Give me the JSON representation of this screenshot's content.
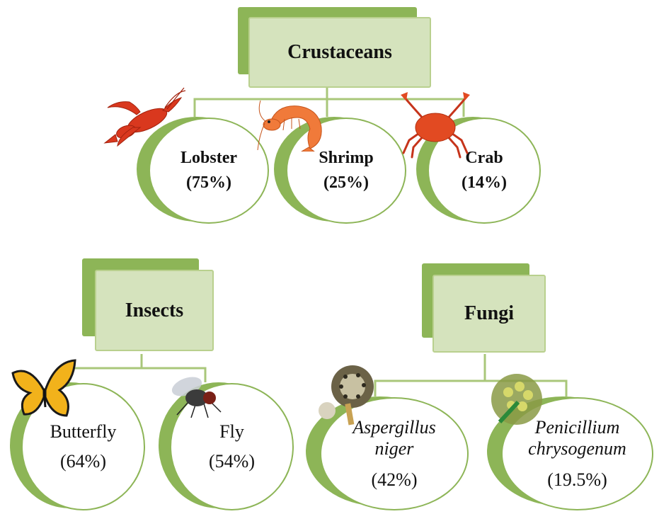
{
  "groups": {
    "crustaceans": {
      "title": "Crustaceans",
      "items": [
        {
          "name": "Lobster",
          "value": "(75%)"
        },
        {
          "name": "Shrimp",
          "value": "(25%)"
        },
        {
          "name": "Crab",
          "value": "(14%)"
        }
      ]
    },
    "insects": {
      "title": "Insects",
      "items": [
        {
          "name": "Butterfly",
          "value": "(64%)"
        },
        {
          "name": "Fly",
          "value": "(54%)"
        }
      ]
    },
    "fungi": {
      "title": "Fungi",
      "items": [
        {
          "name_line1": "Aspergillus",
          "name_line2": "niger",
          "value": "(42%)"
        },
        {
          "name_line1": "Penicillium",
          "name_line2": "chrysogenum",
          "value": "(19.5%)"
        }
      ]
    }
  },
  "colors": {
    "dark_green": "#8db557",
    "light_green": "#d5e3bd",
    "line_green": "#a9c77a"
  },
  "icons": [
    "lobster-icon",
    "shrimp-icon",
    "crab-icon",
    "butterfly-icon",
    "fly-icon",
    "aspergillus-icon",
    "penicillium-icon"
  ]
}
